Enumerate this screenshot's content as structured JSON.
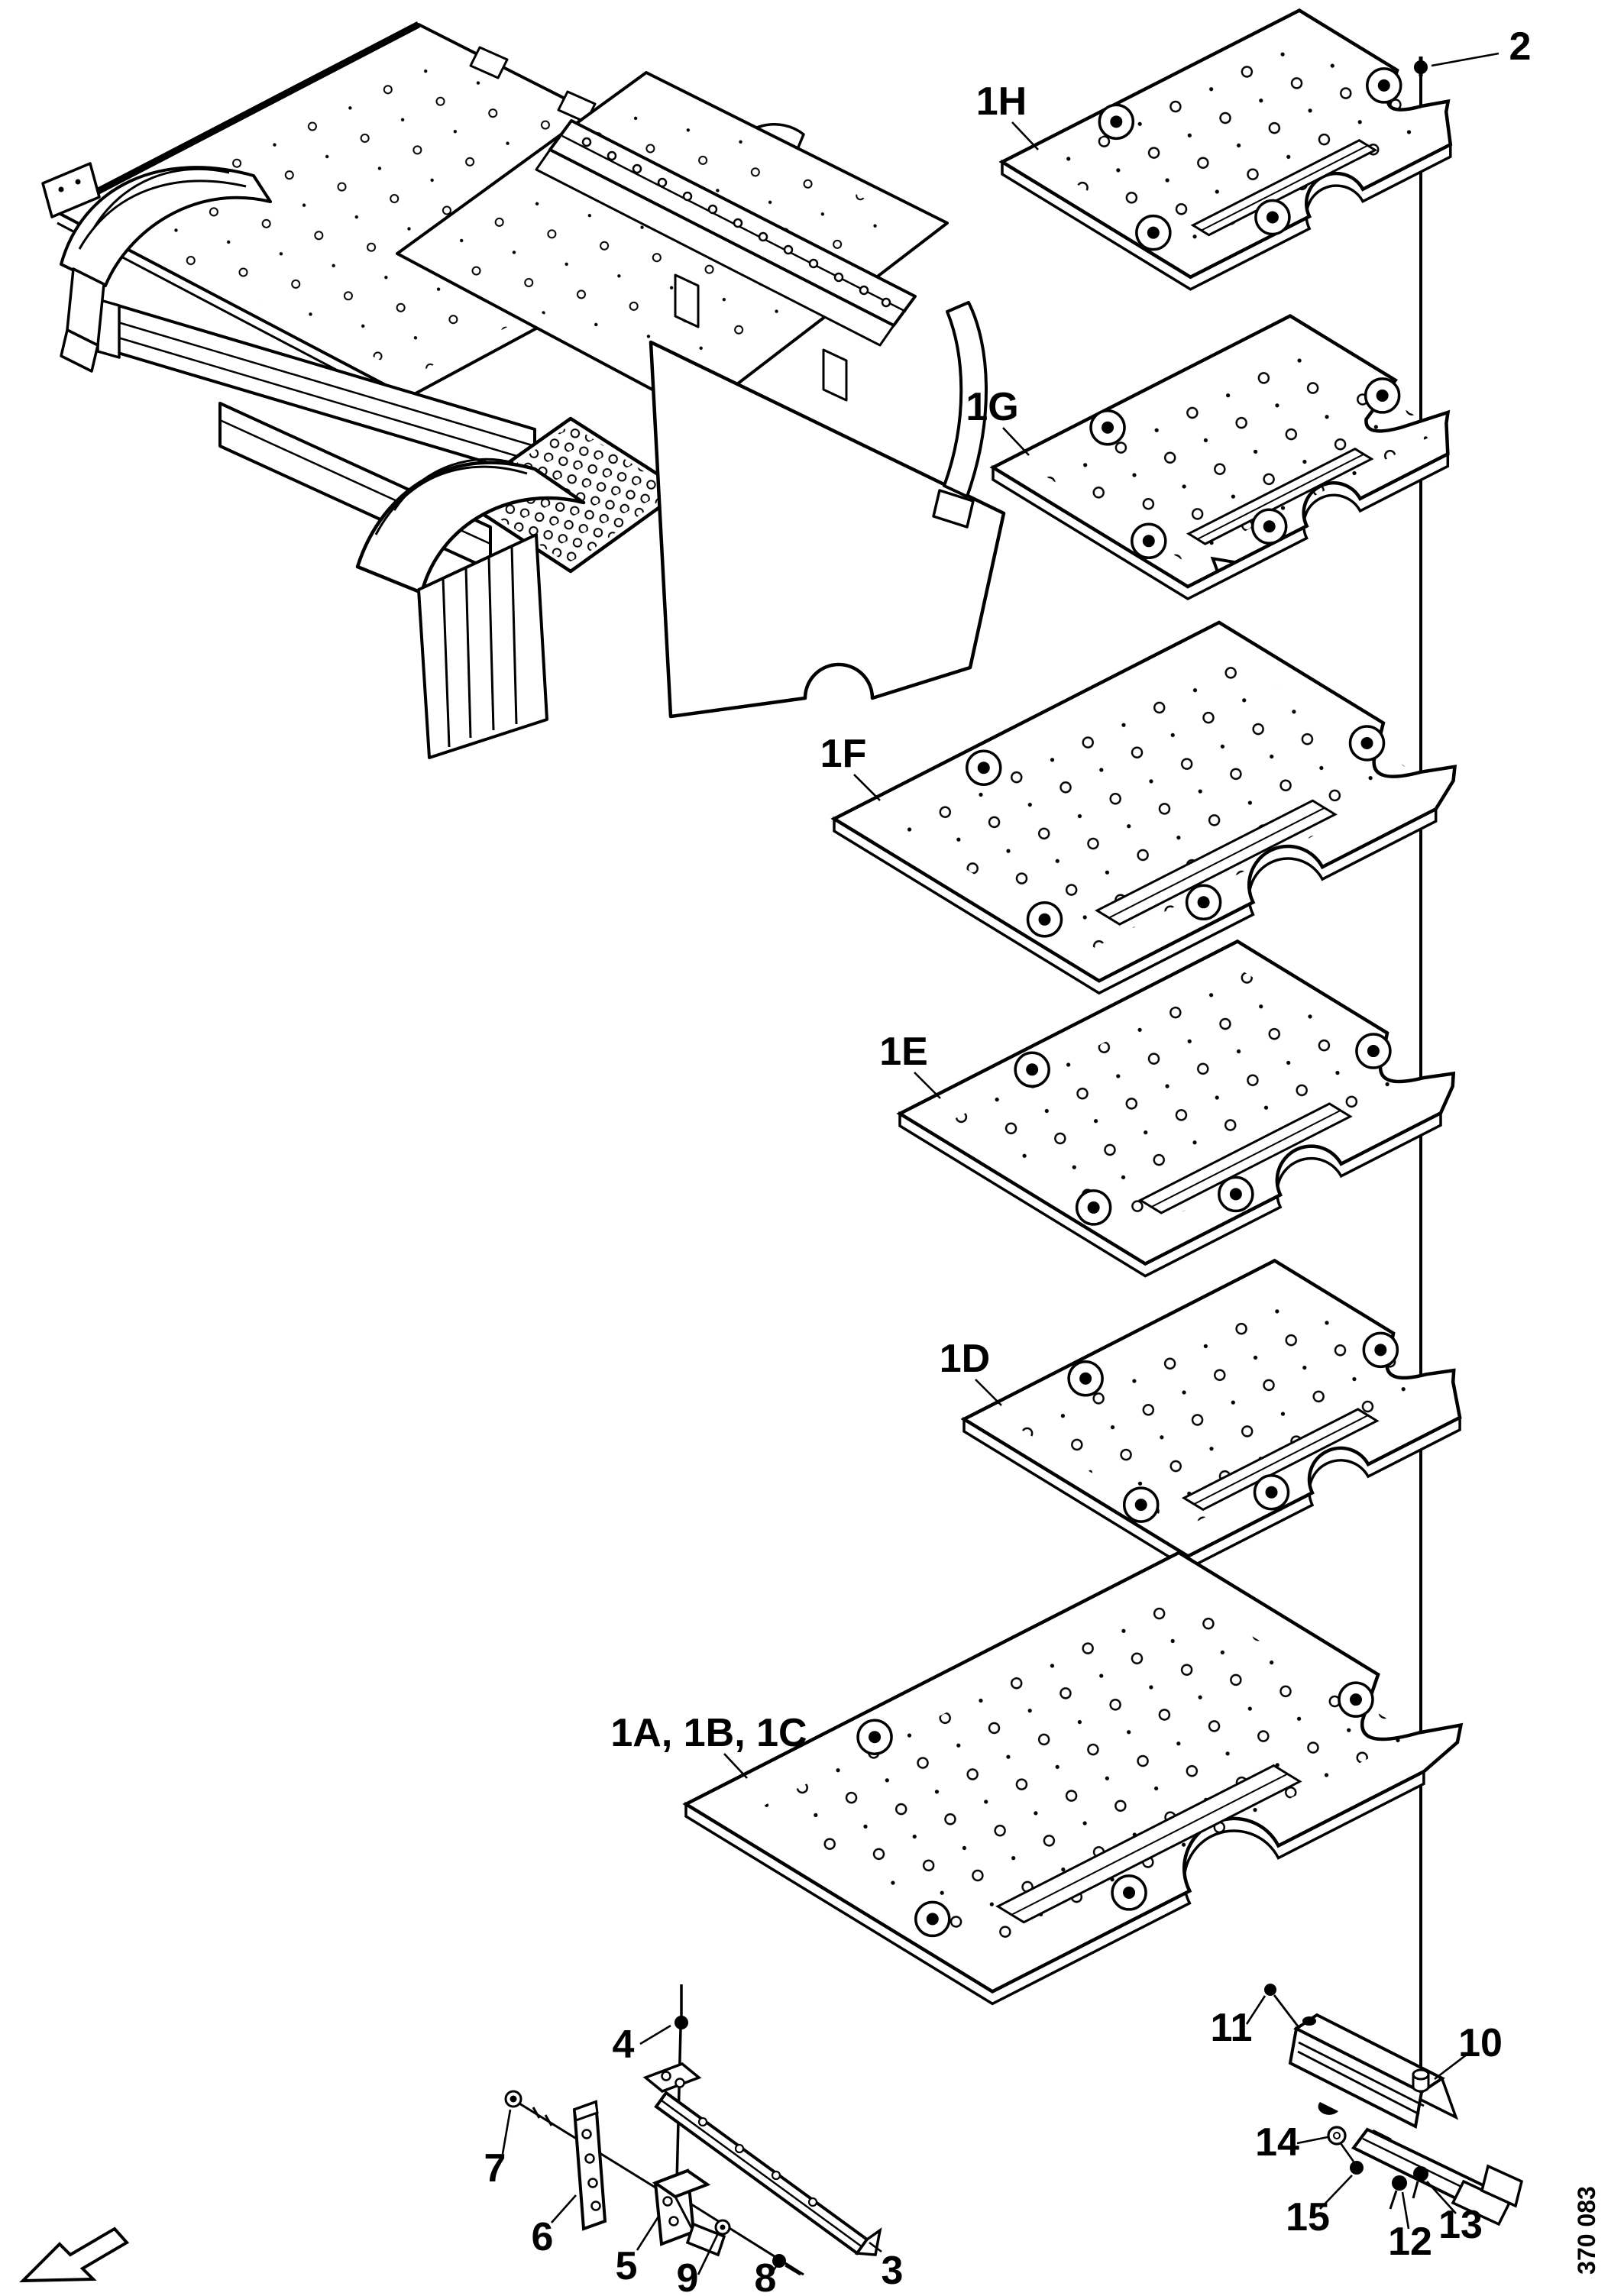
{
  "figure": {
    "drawing_number": "370 083",
    "plate_callouts": {
      "h": "1H",
      "g": "1G",
      "f": "1F",
      "e": "1E",
      "d": "1D",
      "abc": "1A, 1B, 1C"
    },
    "part_callouts": {
      "n2": "2",
      "n3": "3",
      "n4": "4",
      "n5": "5",
      "n6": "6",
      "n7": "7",
      "n8": "8",
      "n9": "9",
      "n10": "10",
      "n11": "11",
      "n12": "12",
      "n13": "13",
      "n14": "14",
      "n15": "15"
    },
    "icons": {
      "direction_arrow": "sw-direction-arrow"
    }
  }
}
